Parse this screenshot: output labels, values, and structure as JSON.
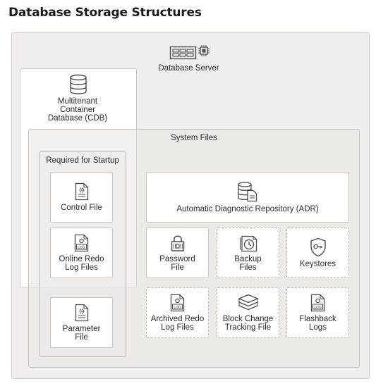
{
  "title": "Database Storage Structures",
  "server": {
    "label": "Database Server",
    "icon": "server-icon"
  },
  "cdb": {
    "label": "Multitenant Container Database (CDB)",
    "line1": "Multitenant",
    "line2": "Container",
    "line3": "Database (CDB)",
    "icon": "database-icon"
  },
  "system_files": {
    "label": "System Files"
  },
  "startup": {
    "label": "Required for Startup",
    "control_file": {
      "label": "Control File",
      "icon": "gear-document-icon"
    },
    "online_redo": {
      "line1": "Online Redo",
      "line2": "Log Files",
      "icon": "log-file-icon"
    },
    "parameter": {
      "line1": "Parameter",
      "line2": "File",
      "icon": "gear-document-icon"
    }
  },
  "adr": {
    "label": "Automatic Diagnostic Repository (ADR)",
    "icon": "database-document-icon"
  },
  "password": {
    "line1": "Password",
    "line2": "File",
    "icon": "lock-icon"
  },
  "backup": {
    "line1": "Backup",
    "line2": "Files",
    "icon": "clock-history-icon"
  },
  "keystores": {
    "label": "Keystores",
    "icon": "key-shield-icon"
  },
  "archived": {
    "line1": "Archived Redo",
    "line2": "Log Files",
    "icon": "log-file-icon"
  },
  "block_change": {
    "line1": "Block Change",
    "line2": "Tracking File",
    "icon": "layers-icon"
  },
  "flashback": {
    "line1": "Flashback",
    "line2": "Logs",
    "icon": "log-file-icon"
  },
  "log_tag": "LOG",
  "colors": {
    "icon_stroke": "#4a4a4a",
    "card_border": "#c9c4bf",
    "server_bg": "#f1efed"
  }
}
